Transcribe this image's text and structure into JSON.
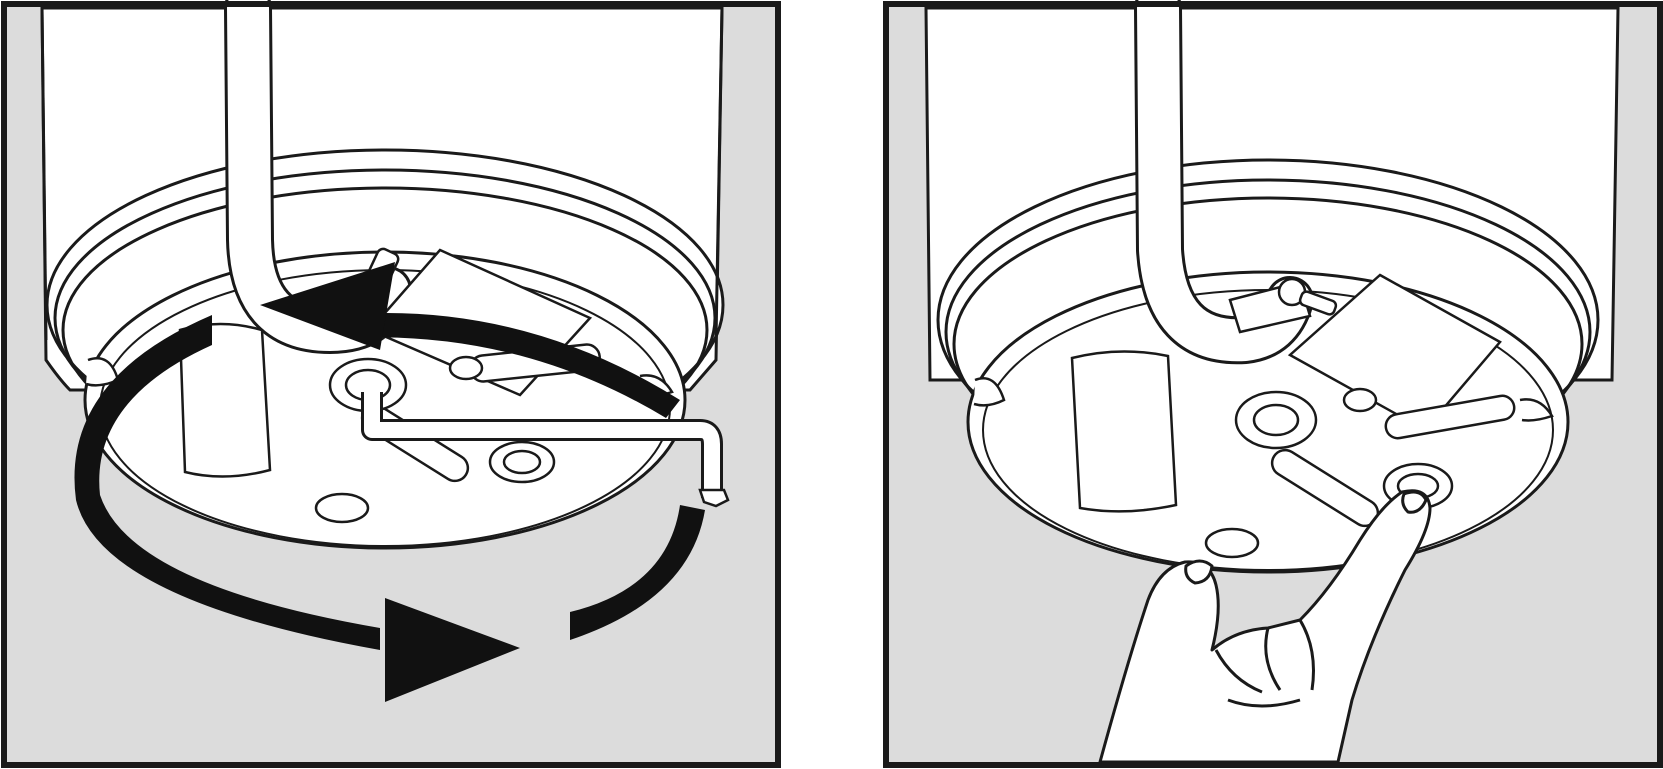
{
  "figure": {
    "panels": [
      {
        "id": "left",
        "step": "rotate-hex-wrench-in-bottom-socket",
        "icons": [
          "disposer-icon",
          "hex-wrench-icon",
          "rotation-arrow-icon"
        ]
      },
      {
        "id": "right",
        "step": "press-reset-button",
        "icons": [
          "disposer-icon",
          "reset-button-icon",
          "hand-icon"
        ]
      }
    ]
  },
  "colors": {
    "background": "#ffffff",
    "backdrop": "#dcdcdc",
    "line": "#1a1a1a",
    "fill": "#ffffff",
    "arrow": "#111111"
  }
}
